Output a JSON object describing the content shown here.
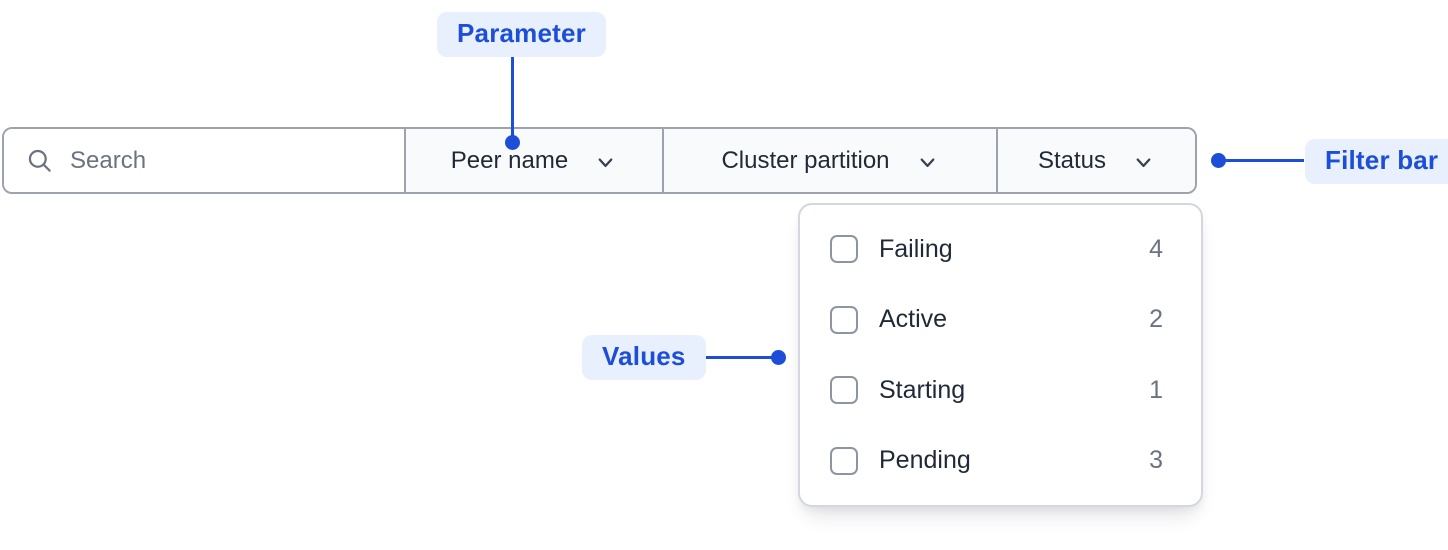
{
  "annotations": {
    "parameter_label": "Parameter",
    "filter_bar_label": "Filter bar",
    "values_label": "Values"
  },
  "filter_bar": {
    "search": {
      "placeholder": "Search",
      "value": "",
      "icon": "search-icon"
    },
    "dropdowns": [
      {
        "label": "Peer name",
        "icon": "chevron-down-icon",
        "open": false
      },
      {
        "label": "Cluster partition",
        "icon": "chevron-down-icon",
        "open": false
      },
      {
        "label": "Status",
        "icon": "chevron-down-icon",
        "open": true
      }
    ]
  },
  "status_dropdown": {
    "options": [
      {
        "label": "Failing",
        "count": 4,
        "checked": false
      },
      {
        "label": "Active",
        "count": 2,
        "checked": false
      },
      {
        "label": "Starting",
        "count": 1,
        "checked": false
      },
      {
        "label": "Pending",
        "count": 3,
        "checked": false
      }
    ]
  },
  "colors": {
    "accent_blue": "#1d4ed8",
    "badge_background": "#e8effd",
    "bar_border": "#9ca3af",
    "dropdown_section_background": "#f9fafb",
    "panel_border": "#d4d7dd",
    "text_dark": "#1f2937",
    "text_muted": "#6b7280",
    "checkbox_border": "#8d95a3"
  }
}
